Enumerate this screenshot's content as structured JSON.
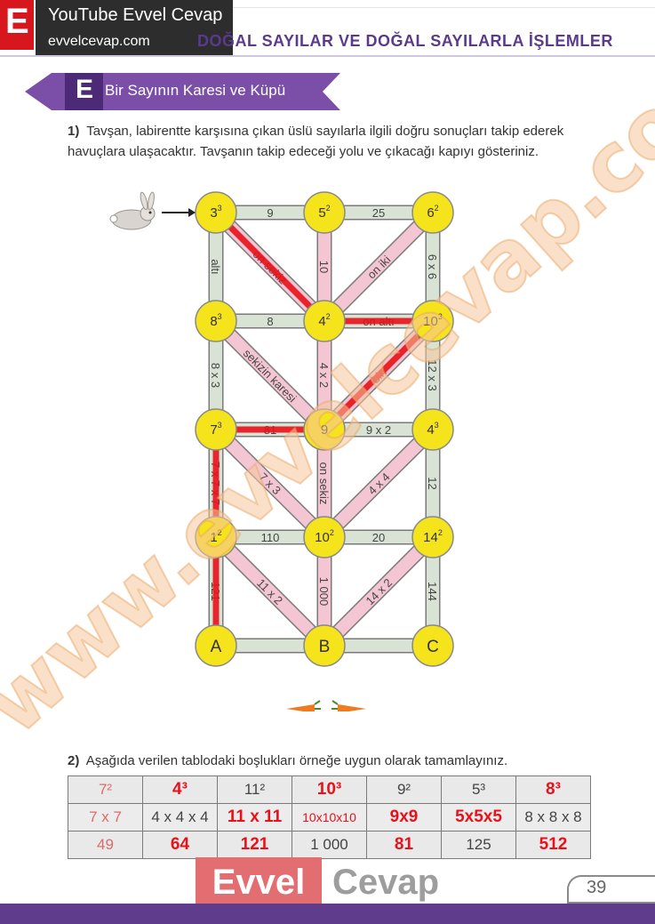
{
  "header": {
    "badge_letter": "E",
    "channel": "YouTube Evvel Cevap",
    "site": "evvelcevap.com",
    "chapter_title": "DOĞAL SAYILAR VE DOĞAL SAYILARLA İŞLEMLER"
  },
  "section": {
    "letter": "E",
    "title": "Bir Sayının Karesi ve Küpü"
  },
  "question1": {
    "number": "1)",
    "line1": "Tavşan, labirentte karşısına çıkan üslü sayılarla ilgili doğru sonuçları takip ederek",
    "line2": "havuçlara ulaşacaktır. Tavşanın takip edeceği yolu ve çıkacağı kapıyı gösteriniz."
  },
  "maze": {
    "nodes": [
      {
        "id": "r0c0",
        "base": "3",
        "exp": "3"
      },
      {
        "id": "r0c1",
        "base": "5",
        "exp": "2"
      },
      {
        "id": "r0c2",
        "base": "6",
        "exp": "2"
      },
      {
        "id": "r1c0",
        "base": "8",
        "exp": "3"
      },
      {
        "id": "r1c1",
        "base": "4",
        "exp": "2"
      },
      {
        "id": "r1c2",
        "base": "10",
        "exp": "3"
      },
      {
        "id": "r2c0",
        "base": "7",
        "exp": "3"
      },
      {
        "id": "r2c1",
        "base": "9",
        "exp": ""
      },
      {
        "id": "r2c2",
        "base": "4",
        "exp": "3"
      },
      {
        "id": "r3c0",
        "base": "1",
        "exp": "2"
      },
      {
        "id": "r3c1",
        "base": "10",
        "exp": "2"
      },
      {
        "id": "r3c2",
        "base": "14",
        "exp": "2"
      },
      {
        "id": "r4c0",
        "base": "A",
        "exp": ""
      },
      {
        "id": "r4c1",
        "base": "B",
        "exp": ""
      },
      {
        "id": "r4c2",
        "base": "C",
        "exp": ""
      }
    ],
    "edge_labels": {
      "h_r0_a": "9",
      "h_r0_b": "25",
      "h_r1_a": "8",
      "h_r1_b": "on altı",
      "h_r2_a": "81",
      "h_r2_b": "9 x 2",
      "h_r3_a": "110",
      "h_r3_b": "20",
      "v_c0_0": "altı",
      "v_c1_0": "10",
      "v_c2_0": "6 x 6",
      "v_c0_1": "8 x 3",
      "v_c1_1": "4 x 2",
      "v_c2_1": "12 x 3",
      "v_c0_2": "7 x 7 x 7",
      "v_c1_2": "on sekiz",
      "v_c2_2": "12",
      "v_c0_3": "121",
      "v_c1_3": "1 000",
      "v_c2_3": "144",
      "d_0_0": "on sekiz",
      "d_0_1": "on iki",
      "d_1_0": "sekizin karesi",
      "d_1_1": "bin",
      "d_2_0": "7 x 3",
      "d_2_1": "4 x 4",
      "d_3_0": "11 x 2",
      "d_3_1": "14 x 2"
    }
  },
  "question2": {
    "number": "2)",
    "text": "Aşağıda verilen tablodaki boşlukları örneğe uygun olarak tamamlayınız."
  },
  "table": {
    "rows": [
      [
        "7²",
        "4³",
        "11²",
        "10³",
        "9²",
        "5³",
        "8³"
      ],
      [
        "7 x 7",
        "4 x 4 x 4",
        "11 x 11",
        "10x10x10",
        "9x9",
        "5x5x5",
        "8 x 8 x 8"
      ],
      [
        "49",
        "64",
        "121",
        "1 000",
        "81",
        "125",
        "512"
      ]
    ]
  },
  "footer": {
    "logo_evvel": "Evvel",
    "logo_cevap": "Cevap",
    "page_number": "39"
  },
  "colors": {
    "purple": "#5f3c8c",
    "red_answer": "#e8111a",
    "node_yellow": "#f5e31c",
    "path_pink": "#f4c6d4",
    "path_green": "#d8e2d5"
  }
}
